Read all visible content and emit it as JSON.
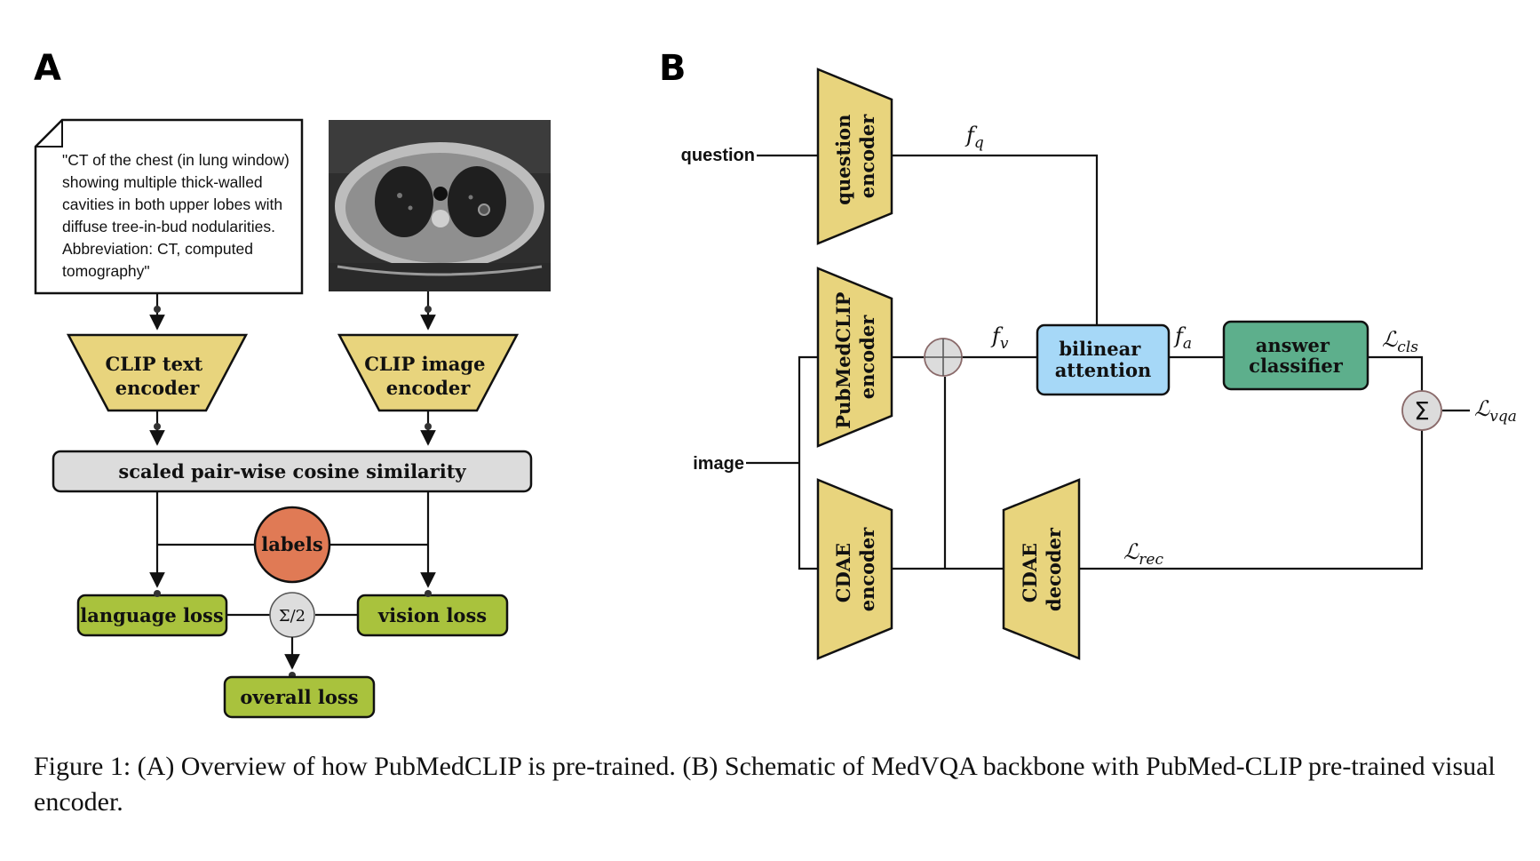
{
  "colors": {
    "encoder": "#e8d47d",
    "similarity": "#dcdcdc",
    "labels_circle": "#e07a55",
    "loss": "#a9c23d",
    "sum_circle": "#d8d8d8",
    "attention": "#a6d8f7",
    "classifier": "#5daf8c",
    "stroke": "#111111"
  },
  "panel_a": {
    "letter": "A",
    "caption_note": {
      "lines": [
        "\"CT of the chest (in lung window)",
        "showing multiple thick-walled",
        "cavities in both upper lobes with",
        "diffuse tree-in-bud nodularities.",
        "Abbreviation: CT, computed",
        "tomography\""
      ]
    },
    "ct_image_icon": "chest-ct-scan",
    "text_encoder": [
      "CLIP text",
      "encoder"
    ],
    "image_encoder": [
      "CLIP image",
      "encoder"
    ],
    "similarity": "scaled pair-wise cosine similarity",
    "labels": "labels",
    "language_loss": "language loss",
    "vision_loss": "vision loss",
    "sum_half": "Σ/2",
    "overall_loss": "overall loss"
  },
  "panel_b": {
    "letter": "B",
    "question_input": "question",
    "image_input": "image",
    "question_encoder": [
      "question",
      "encoder"
    ],
    "pubmedclip_encoder": [
      "PubMedCLIP",
      "encoder"
    ],
    "cdae_encoder": [
      "CDAE",
      "encoder"
    ],
    "cdae_decoder": [
      "CDAE",
      "decoder"
    ],
    "bilinear_attention": [
      "bilinear",
      "attention"
    ],
    "answer_classifier": [
      "answer",
      "classifier"
    ],
    "sum_symbol": "Σ",
    "f_q": {
      "base": "f",
      "sub": "q"
    },
    "f_v": {
      "base": "f",
      "sub": "v"
    },
    "f_a": {
      "base": "f",
      "sub": "a"
    },
    "l_cls": {
      "base": "ℒ",
      "sub": "cls"
    },
    "l_vqa": {
      "base": "ℒ",
      "sub": "vqa"
    },
    "l_rec": {
      "base": "ℒ",
      "sub": "rec"
    }
  },
  "caption": "Figure 1: (A) Overview of how PubMedCLIP is pre-trained. (B) Schematic of MedVQA backbone with PubMed-CLIP pre-trained visual encoder."
}
